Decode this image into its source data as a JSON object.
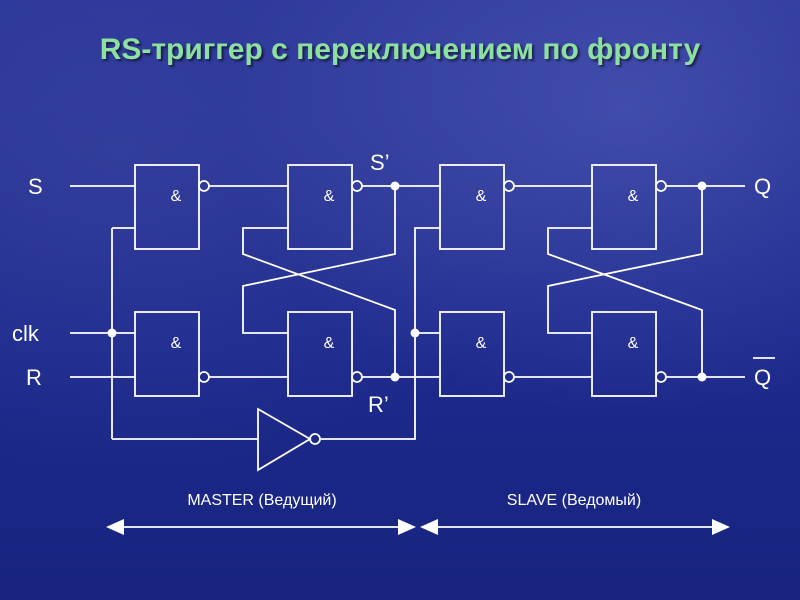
{
  "title": "RS-триггер с переключением по фронту",
  "inputs": {
    "s": "S",
    "clk": "clk",
    "r": "R"
  },
  "outputs": {
    "q": "Q",
    "q_bar": "Q"
  },
  "nodes": {
    "s_prime": "S’",
    "r_prime": "R’"
  },
  "gate_symbol": "&",
  "sections": {
    "master": "MASTER (Ведущий)",
    "slave": "SLAVE (Ведомый)"
  },
  "colors": {
    "title": "#8ee0a0",
    "line": "#ffffff",
    "background": "#1f2a8c"
  }
}
